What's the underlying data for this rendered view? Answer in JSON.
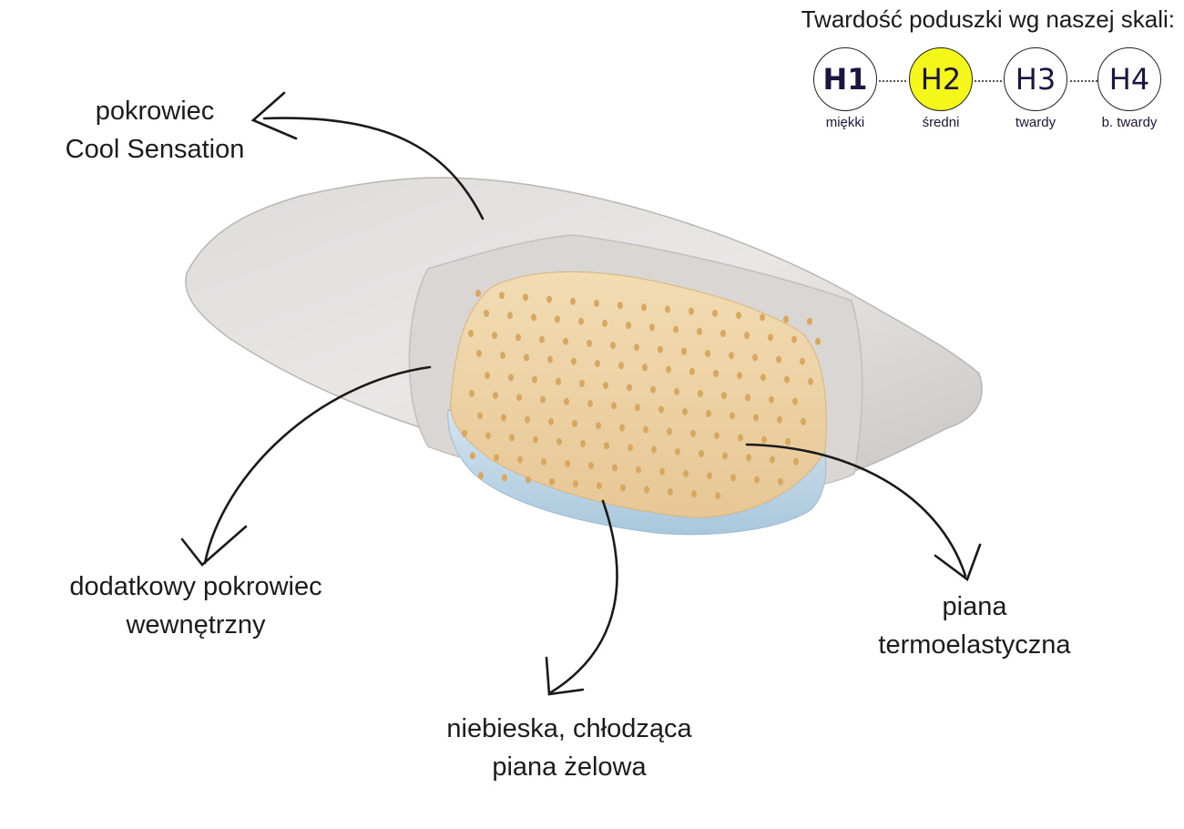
{
  "scale": {
    "title": "Twardość poduszki wg naszej skali:",
    "items": [
      {
        "code": "H1",
        "desc": "miękki"
      },
      {
        "code": "H2",
        "desc": "średni"
      },
      {
        "code": "H3",
        "desc": "twardy"
      },
      {
        "code": "H4",
        "desc": "b. twardy"
      }
    ],
    "selected": "H2",
    "highlight_color": "#f3f71a"
  },
  "labels": {
    "cover": {
      "line1": "pokrowiec",
      "line2": "Cool Sensation"
    },
    "inner_cover": {
      "line1": "dodatkowy pokrowiec",
      "line2": "wewnętrzny"
    },
    "gel_foam": {
      "line1": "niebieska, chłodząca",
      "line2": "piana żelowa"
    },
    "memory_foam": {
      "line1": "piana",
      "line2": "termoelastyczna"
    }
  }
}
